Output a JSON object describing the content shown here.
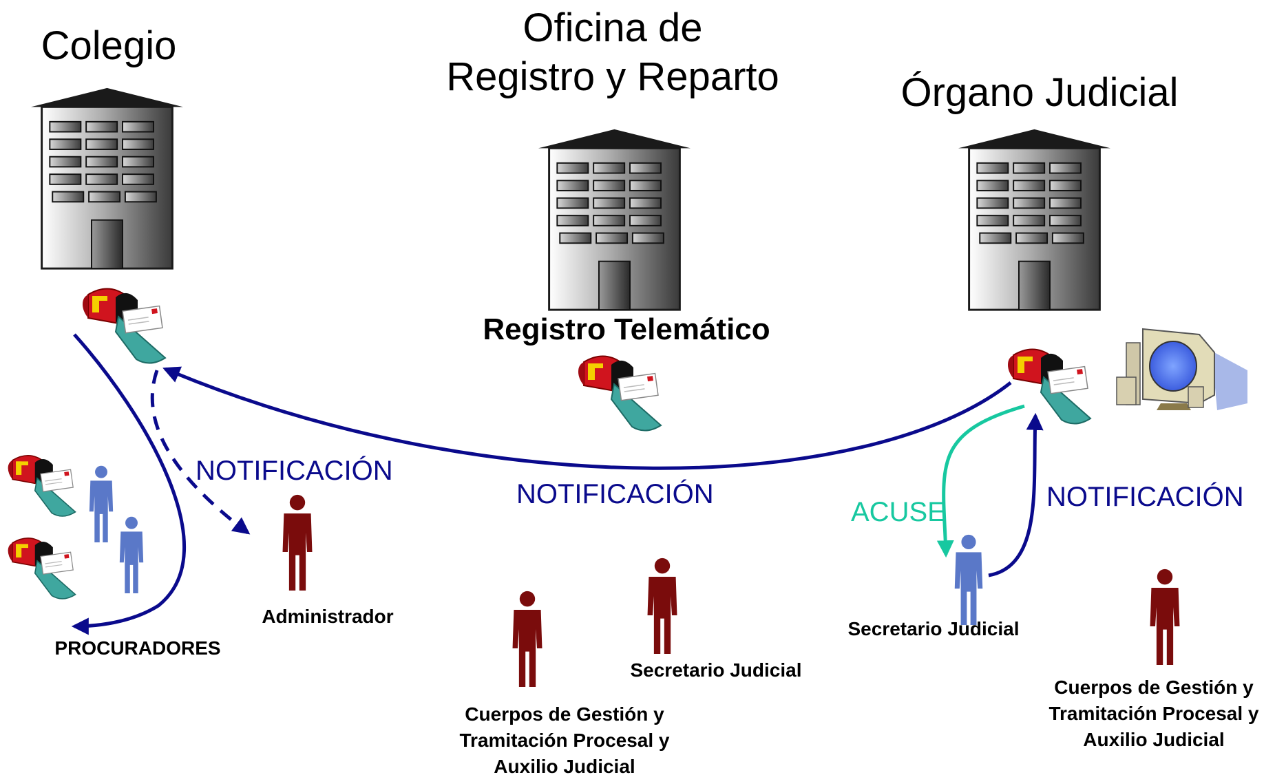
{
  "titles": {
    "colegio": "Colegio",
    "oficina": "Oficina de\nRegistro y Reparto",
    "organo": "Órgano Judicial"
  },
  "registro_label": "Registro Telemático",
  "flow_labels": {
    "notificacion_dashed": "NOTIFICACIÓN",
    "notificacion_main": "NOTIFICACIÓN",
    "notificacion_right": "NOTIFICACIÓN",
    "acuse": "ACUSE"
  },
  "people": {
    "procuradores": "PROCURADORES",
    "administrador": "Administrador",
    "secretario_center": "Secretario Judicial",
    "cuerpos_center": "Cuerpos de Gestión y\nTramitación Procesal y\nAuxilio Judicial",
    "secretario_right": "Secretario Judicial",
    "cuerpos_right": "Cuerpos de Gestión y\nTramitación Procesal y\nAuxilio Judicial"
  },
  "colors": {
    "arrow": "#0a0a8c",
    "acuse": "#17c8a0",
    "person_dark": "#7a0c0c",
    "person_blue": "#5a78c8",
    "mailbox_red": "#d0141e",
    "mailbox_teal": "#3fa79f"
  }
}
